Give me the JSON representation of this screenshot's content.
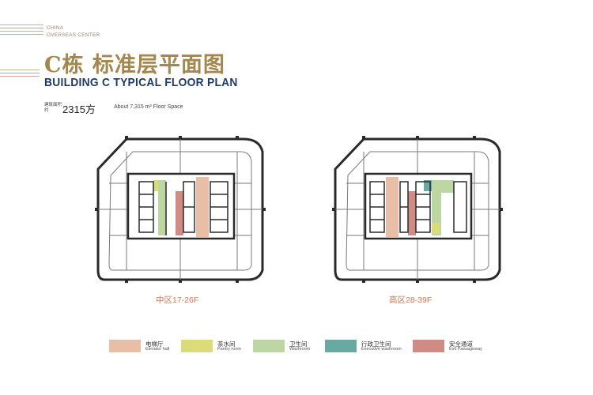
{
  "brand": {
    "line1": "CHINA",
    "line2": "OVERSEAS CENTER"
  },
  "title": {
    "zh": "C栋 标准层平面图",
    "en": "BUILDING C TYPICAL FLOOR PLAN"
  },
  "area": {
    "label": "建筑面积约",
    "value": "2315方",
    "en": "About 7,315 m² Floor Space"
  },
  "plans": [
    {
      "caption": "中区17-26F"
    },
    {
      "caption": "高区28-39F"
    }
  ],
  "legend": [
    {
      "zh": "电梯厅",
      "en": "Elevator hall",
      "color": "#e8bfa6"
    },
    {
      "zh": "茶水间",
      "en": "Pantry room",
      "color": "#dcdb7a"
    },
    {
      "zh": "卫生间",
      "en": "Washroom",
      "color": "#bcd6a4"
    },
    {
      "zh": "行政卫生间",
      "en": "Executive washroom",
      "color": "#6aa8a3"
    },
    {
      "zh": "安全通道",
      "en": "Exit Passageway",
      "color": "#d08c84"
    }
  ],
  "colors": {
    "brand_gold": "#a4864e",
    "navy": "#1f3a66",
    "caption": "#c77c58",
    "wall": "#2a2a2a",
    "floor_line": "#7a7a7a"
  }
}
